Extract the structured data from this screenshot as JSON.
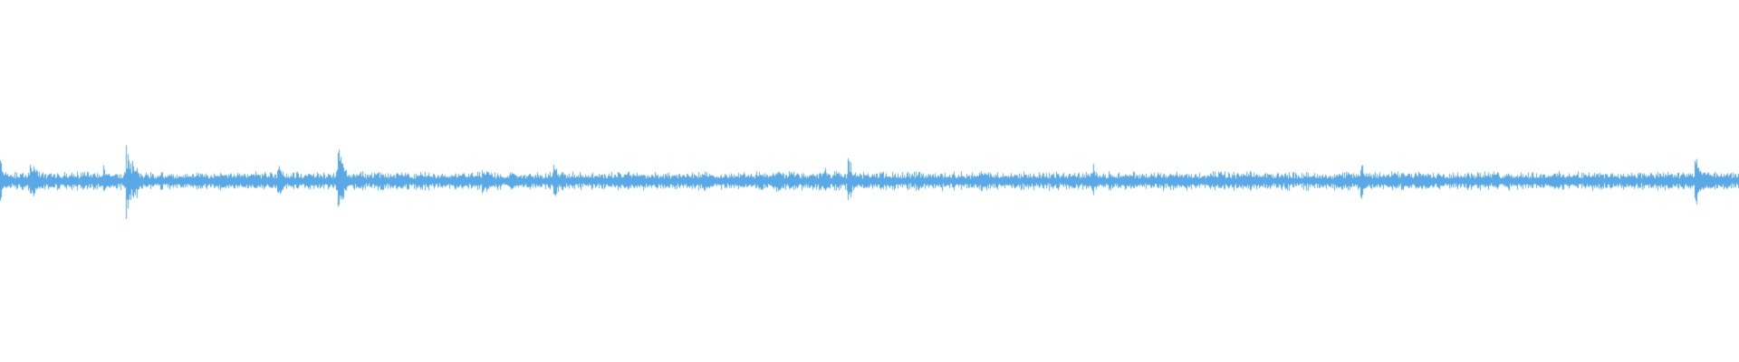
{
  "waveform": {
    "color": "#5aa9e6",
    "background": "#ffffff",
    "baseline_amplitude": 0.02,
    "transients": [
      {
        "t": 0.0,
        "a": 0.07
      },
      {
        "t": 0.017,
        "a": 0.1
      },
      {
        "t": 0.059,
        "a": 0.06
      },
      {
        "t": 0.072,
        "a": 0.14
      },
      {
        "t": 0.076,
        "a": 0.11
      },
      {
        "t": 0.137,
        "a": 0.04
      },
      {
        "t": 0.159,
        "a": 0.07
      },
      {
        "t": 0.194,
        "a": 0.13
      },
      {
        "t": 0.277,
        "a": 0.08
      },
      {
        "t": 0.318,
        "a": 0.07
      },
      {
        "t": 0.446,
        "a": 0.06
      },
      {
        "t": 0.473,
        "a": 0.06
      },
      {
        "t": 0.487,
        "a": 0.1
      },
      {
        "t": 0.564,
        "a": 0.04
      },
      {
        "t": 0.628,
        "a": 0.07
      },
      {
        "t": 0.782,
        "a": 0.07
      },
      {
        "t": 0.818,
        "a": 0.04
      },
      {
        "t": 0.974,
        "a": 0.12
      }
    ]
  }
}
